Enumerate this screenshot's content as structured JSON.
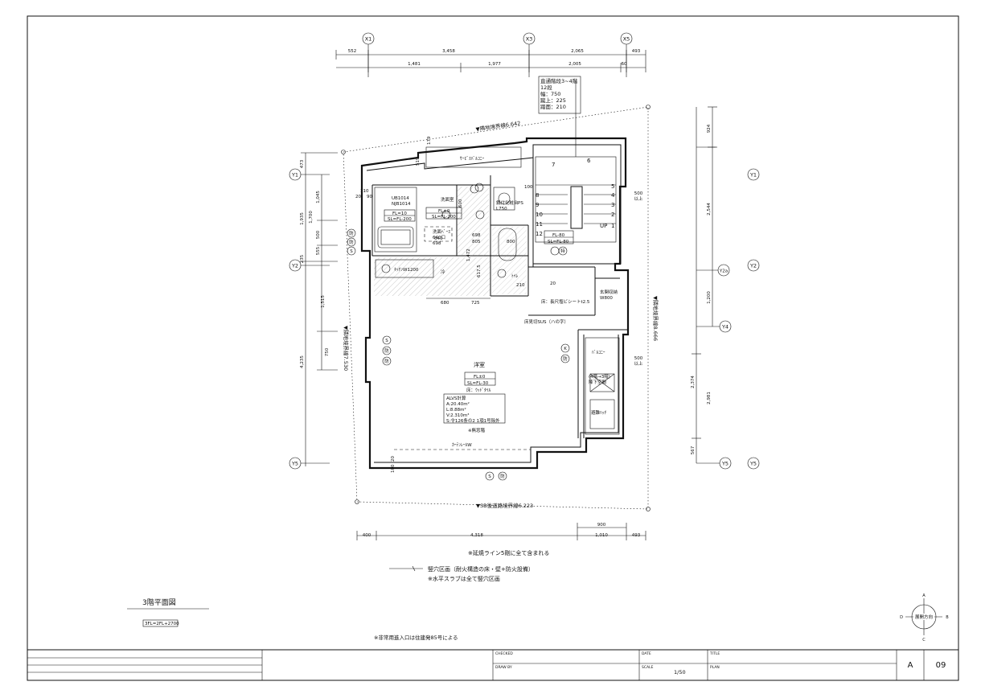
{
  "drawing": {
    "title": "3階平面図",
    "level_note": "3FL=2FL+2700",
    "emergency_note": "※非常用進入口は住建発85号による"
  },
  "grid": {
    "columns": [
      "X1",
      "X3",
      "X5"
    ],
    "rows_left": [
      "Y1",
      "Y2",
      "Y5"
    ],
    "rows_right": [
      "Y1",
      "Y2a",
      "Y2",
      "Y4",
      "Y5",
      "Y5"
    ]
  },
  "dims": {
    "top_row1": [
      "552",
      "3,458",
      "2,065",
      "493"
    ],
    "top_row2": [
      "1,481",
      "1,977",
      "2,005",
      "60"
    ],
    "left_outer": [
      "473",
      "1,935",
      "235",
      "4,235"
    ],
    "left_inner": [
      "1,045",
      "1,700",
      "500",
      "555",
      "1,515",
      "750"
    ],
    "right_outer": [
      "924",
      "2,544",
      "1,200",
      "2,374",
      "2,981",
      "567"
    ],
    "right_small": [
      "500\n以上",
      "500\n以上"
    ],
    "bottom_row1": [
      "900"
    ],
    "bottom_row2": [
      "400",
      "4,318",
      "1,010",
      "493"
    ],
    "inner": [
      "179",
      "519",
      "110",
      "20",
      "90",
      "600",
      "1,472",
      "617.5",
      "567",
      "725",
      "680",
      "725",
      "698",
      "805",
      "640",
      "800",
      "210",
      "20",
      "100"
    ]
  },
  "boundaries": {
    "north": "▼隣地境界線6.642",
    "west": "▼隣地境界線7.530",
    "east": "▼隣地境界線8.666",
    "south": "▼SB後道路境界線6.223"
  },
  "stair_info": {
    "line1": "直通階段3~4階",
    "line2": "12段",
    "line3": "幅：750",
    "line4": "蹴上：225",
    "line5": "踏面：210",
    "steps": [
      "1",
      "2",
      "3",
      "4",
      "5",
      "6",
      "7",
      "8",
      "9",
      "10",
      "11",
      "12"
    ],
    "up": "UP"
  },
  "rooms": {
    "bath_unit": "UB1014\nNJB1014",
    "bath_fl": "FL=10",
    "bath_sl": "SL=FL-200",
    "washroom": "洗面室",
    "wash_fl": "FL±0",
    "wash_sl": "SL=FL-200",
    "wash_stand": "洗面ﾍﾞｰｽ\n640口\n698",
    "laundry": "洗濯機防水パン",
    "kitchen_label": "ｷｯﾁﾝW1200",
    "fridge": "冷",
    "toilet": "ﾄｲﾚ",
    "stair_fl": "FL-80",
    "stair_sl": "SL=FL-80",
    "floor_note": "床：長尺塩ビシートt2.5",
    "floor_edge": "床見切SUS（ハの字）",
    "entrance": "玄関収納\nW800",
    "balcony_top": "ｻｰﾋﾞｽﾊﾞﾙｺﾆｰ",
    "balcony_right": "ﾊﾞﾙｺﾆｰ",
    "hatch_note": "(4階→3階)\n降下空間",
    "hatch_label": "避難ﾊｯﾁ",
    "western_room": "洋室",
    "room_fl": "FL±0",
    "room_sl": "SL=FL-30",
    "room_floor": "床：ｳｯﾄﾞﾀｲﾙ",
    "curtain": "ｶｰﾃﾝﾚｰﾙW",
    "no_window": "※無窓階",
    "unit_label": "洗濯機置場",
    "pipe": "PS",
    "toilet_stand": "鏡付化粧台\nL750"
  },
  "alvs": {
    "line1": "ALVS計算",
    "line2": "A:20.40m²",
    "line3": "L:8.88m²",
    "line4": "V:2.310m³",
    "line5": "S:令126条の2 1項1号除外"
  },
  "notes": {
    "line1": "※延焼ライン5剛に全て含まれる",
    "legend": "竪穴区画（耐火構造の床・壁+防火設備）",
    "line2": "※水平スラブは全て竪穴区画"
  },
  "compass": {
    "title": "展開方向",
    "a": "A",
    "b": "B",
    "c": "C",
    "d": "D"
  },
  "title_block": {
    "checked": "CHECKED",
    "drawn_by": "DRAW BY",
    "date": "DATE",
    "scale": "SCALE",
    "scale_value": "1/50",
    "title": "TITLE",
    "plan": "PLAN",
    "sheet_letter": "A",
    "sheet_no": "09"
  },
  "symbols": {
    "bo": "防",
    "s": "S",
    "k": "K",
    "toku": "特"
  }
}
